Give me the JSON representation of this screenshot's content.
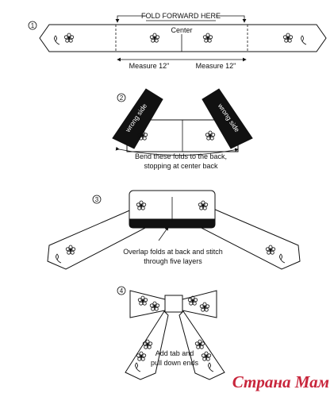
{
  "step1": {
    "number": "1",
    "fold_label": "FOLD FORWARD HERE",
    "center_label": "Center",
    "measure_left": "Measure 12\"",
    "measure_right": "Measure 12\""
  },
  "step2": {
    "number": "2",
    "wrong_side_left": "wrong side",
    "wrong_side_right": "wrong side",
    "caption_line1": "Bend these folds to the back,",
    "caption_line2": "stopping at center back"
  },
  "step3": {
    "number": "3",
    "caption_line1": "Overlap folds at back and stitch",
    "caption_line2": "through five layers"
  },
  "step4": {
    "number": "4",
    "caption_line1": "Add tab and",
    "caption_line2": "pull down ends"
  },
  "watermark": "Страна Мам",
  "colors": {
    "ink": "#111111",
    "watermark": "#c8253b"
  }
}
